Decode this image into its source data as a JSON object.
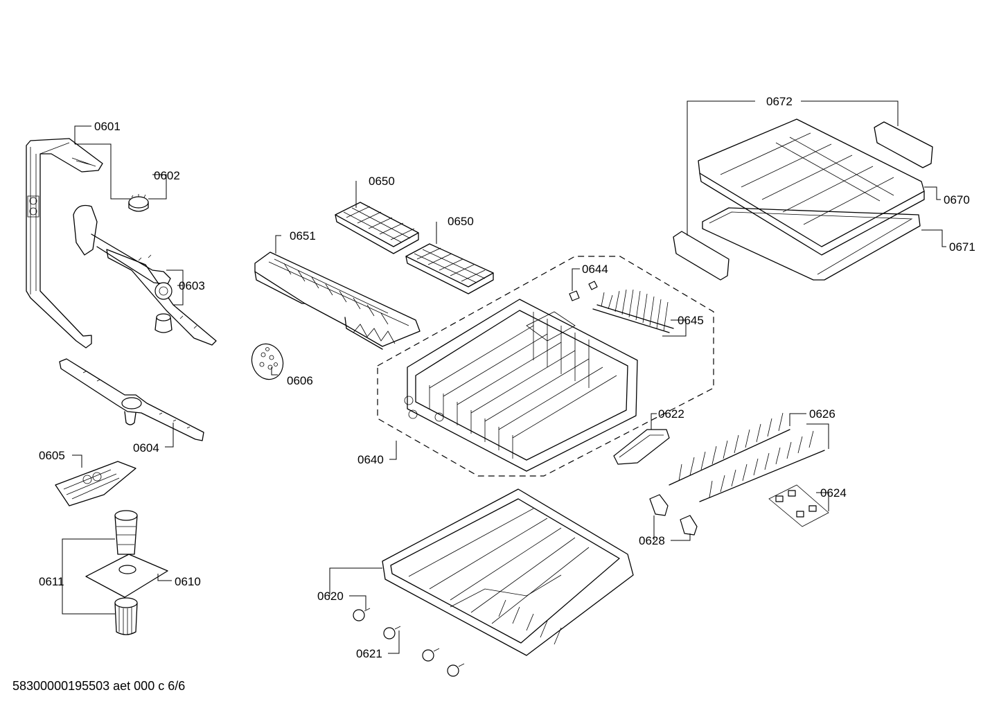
{
  "diagram": {
    "parts": [
      {
        "id": "p0601",
        "label": "0601"
      },
      {
        "id": "p0602",
        "label": "0602"
      },
      {
        "id": "p0603",
        "label": "0603"
      },
      {
        "id": "p0604",
        "label": "0604"
      },
      {
        "id": "p0605",
        "label": "0605"
      },
      {
        "id": "p0606",
        "label": "0606"
      },
      {
        "id": "p0610",
        "label": "0610"
      },
      {
        "id": "p0611",
        "label": "0611"
      },
      {
        "id": "p0620",
        "label": "0620"
      },
      {
        "id": "p0621",
        "label": "0621"
      },
      {
        "id": "p0622",
        "label": "0622"
      },
      {
        "id": "p0624",
        "label": "0624"
      },
      {
        "id": "p0626",
        "label": "0626"
      },
      {
        "id": "p0628",
        "label": "0628"
      },
      {
        "id": "p0640",
        "label": "0640"
      },
      {
        "id": "p0644",
        "label": "0644"
      },
      {
        "id": "p0645",
        "label": "0645"
      },
      {
        "id": "p0650a",
        "label": "0650"
      },
      {
        "id": "p0650b",
        "label": "0650"
      },
      {
        "id": "p0651",
        "label": "0651"
      },
      {
        "id": "p0670",
        "label": "0670"
      },
      {
        "id": "p0671",
        "label": "0671"
      },
      {
        "id": "p0672",
        "label": "0672"
      }
    ]
  },
  "footer": {
    "doc_id": "58300000195503 aet 000 c 6/6"
  }
}
